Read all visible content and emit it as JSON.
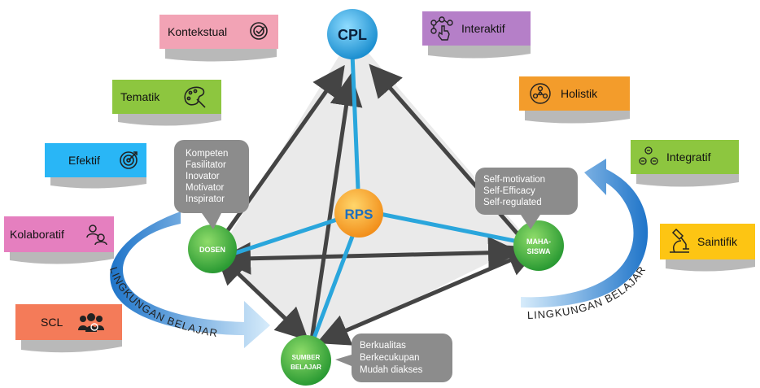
{
  "nodes": {
    "top": "CPL",
    "center": "RPS",
    "left": "DOSEN",
    "right_line1": "MAHA-",
    "right_line2": "SISWA",
    "bottom_line1": "SUMBER",
    "bottom_line2": "BELAJAR"
  },
  "bubbles": {
    "dosen": [
      "Kompeten",
      "Fasilitator",
      "Inovator",
      "Motivator",
      "Inspirator"
    ],
    "mahasiswa": [
      "Self-motivation",
      "Self-Efficacy",
      "Self-regulated"
    ],
    "sumber": [
      "Berkualitas",
      "Berkecukupan",
      "Mudah diakses"
    ]
  },
  "tags": {
    "kontekstual": "Kontekstual",
    "tematik": "Tematik",
    "efektif": "Efektif",
    "kolaboratif": "Kolaboratif",
    "scl": "SCL",
    "interaktif": "Interaktif",
    "holistik": "Holistik",
    "integratif": "Integratif",
    "saintifik": "Saintifik"
  },
  "arc_labels": {
    "left": "LINGKUNGAN BELAJAR",
    "right": "LINGKUNGAN BELAJAR"
  },
  "colors": {
    "kontekstual": "#f2a3b5",
    "tematik": "#8dc63f",
    "efektif": "#29b6f6",
    "kolaboratif": "#e57fbf",
    "scl": "#f47b59",
    "interaktif": "#b57fc8",
    "holistik": "#f39c2b",
    "integratif": "#8dc63f",
    "saintifik": "#fdc513",
    "edge_dark": "#444444",
    "edge_blue": "#2aa6dc",
    "green_node": "#3aa935",
    "blue_node": "#2aa6dc",
    "orange_node": "#f7a21b",
    "bubble": "#8c8c8c"
  },
  "icons": {
    "kontekstual": "target-icon",
    "tematik": "palette-icon",
    "efektif": "target-arrow-icon",
    "kolaboratif": "people-collab-icon",
    "scl": "group-icon",
    "interaktif": "touch-network-icon",
    "holistik": "network-icon",
    "integratif": "people-circle-icon",
    "saintifik": "microscope-icon"
  }
}
